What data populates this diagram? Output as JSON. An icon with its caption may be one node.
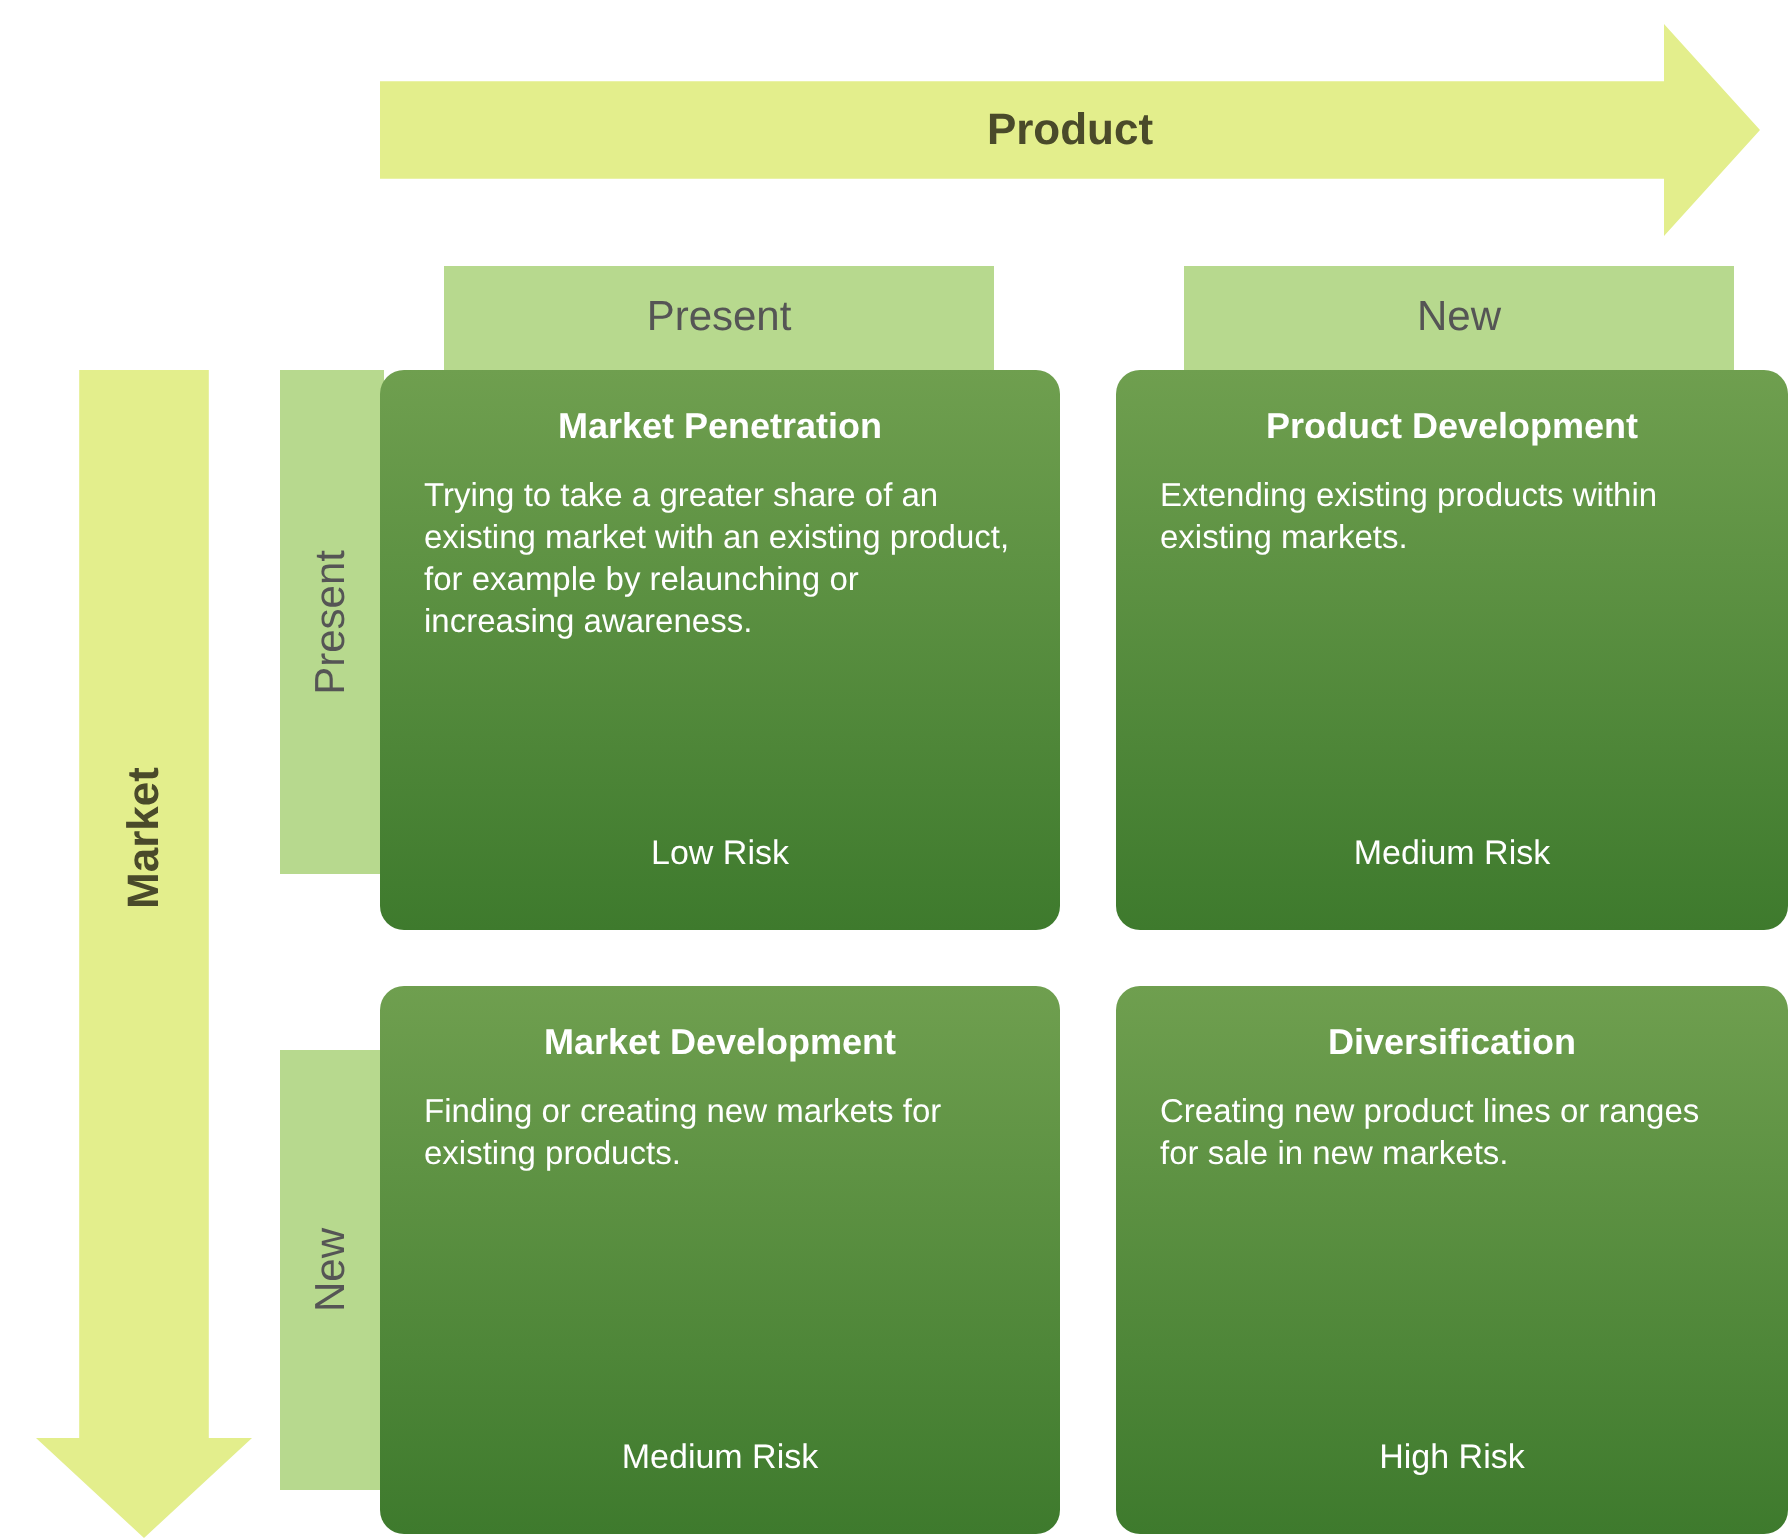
{
  "diagram": {
    "nodes": [
      {
        "text": [
          "Product"
        ]
      },
      {
        "text": [
          "Present"
        ]
      },
      {
        "text": [
          "New"
        ]
      },
      {
        "text": [
          "Market"
        ]
      },
      {
        "text": [
          "Present"
        ]
      },
      {
        "text": [
          "Market Penetration",
          "Trying to take a greater share of an existing market with an existing product, for example by relaunching or increasing awareness.",
          "Low Risk"
        ]
      },
      {
        "text": [
          "Product Development",
          "Extending existing products within existing markets.",
          "Medium Risk"
        ]
      },
      {
        "text": [
          "New"
        ]
      },
      {
        "text": [
          "Market Development",
          "Finding or creating new markets for existing products.",
          "Medium Risk"
        ]
      },
      {
        "text": [
          "Diversification",
          "Creating new product lines or ranges for sale in new markets.",
          "High Risk"
        ]
      }
    ]
  }
}
